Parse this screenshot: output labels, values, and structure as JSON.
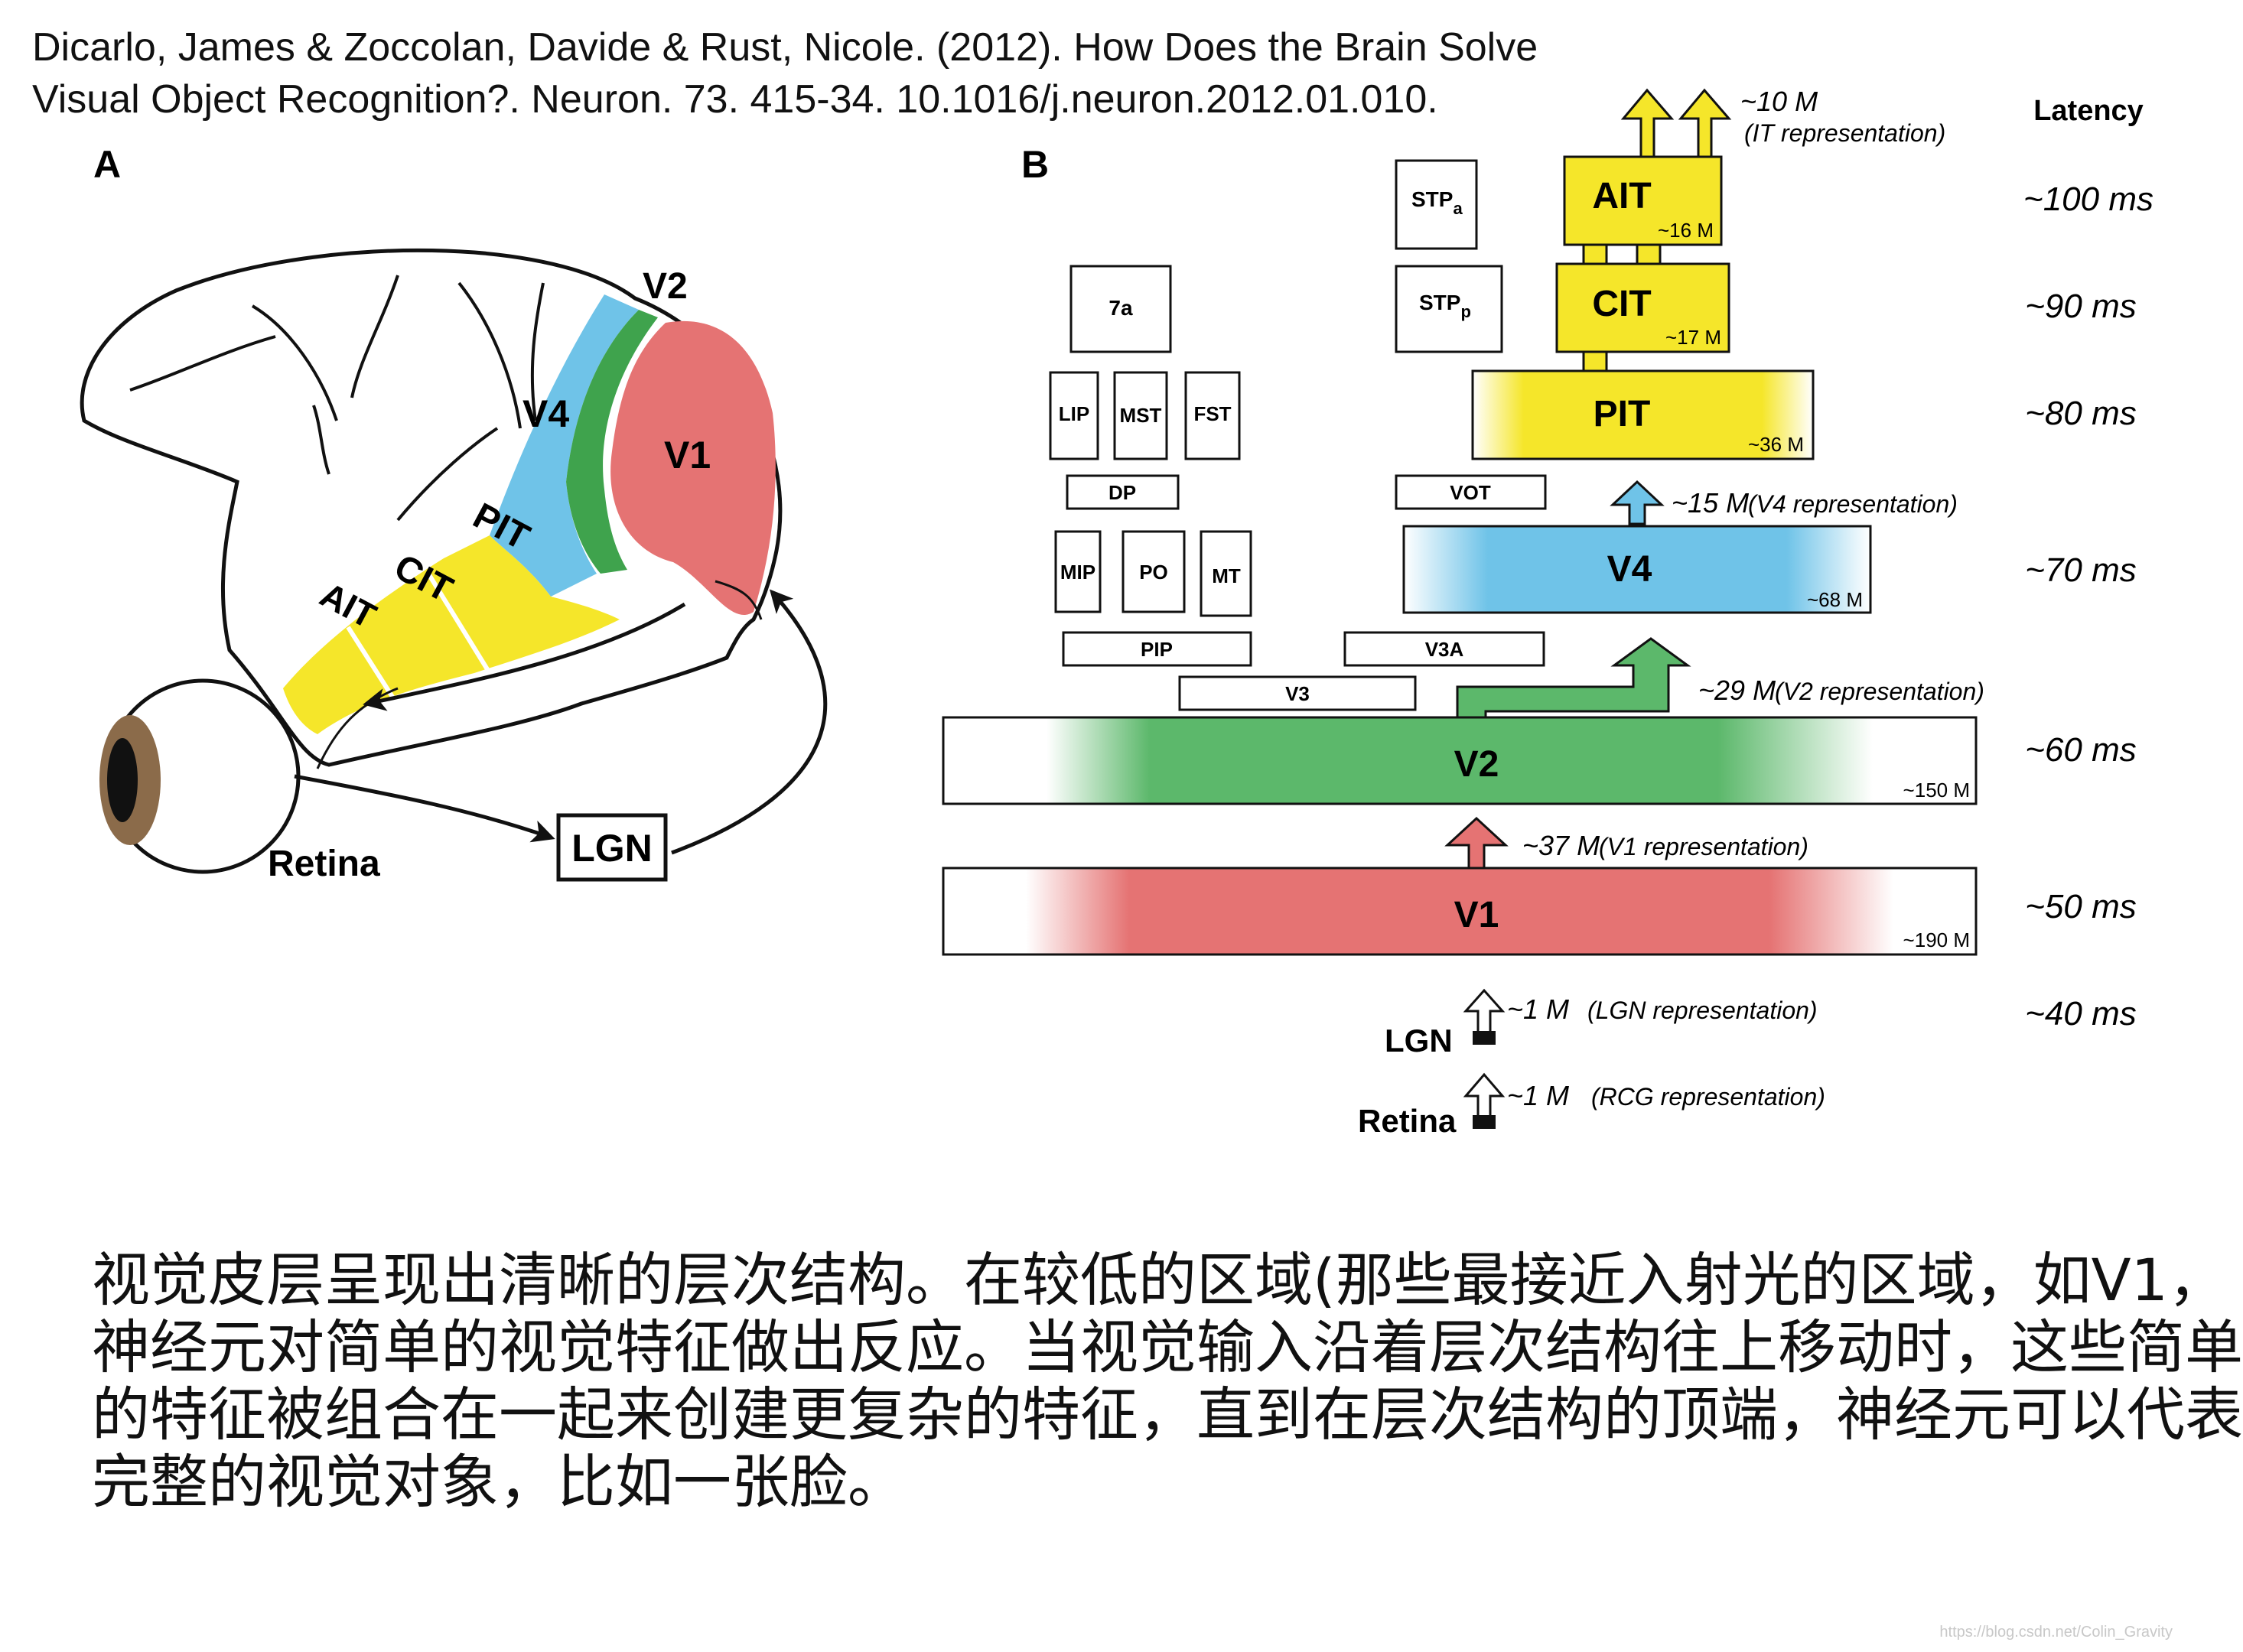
{
  "citation": {
    "line1": "Dicarlo, James & Zoccolan, Davide & Rust, Nicole. (2012). How Does the Brain Solve",
    "line2": "Visual Object Recognition?. Neuron. 73. 415-34. 10.1016/j.neuron.2012.01.010."
  },
  "panel_a": {
    "label": "A",
    "areas": {
      "v2": "V2",
      "v4": "V4",
      "v1": "V1",
      "pit": "PIT",
      "cit": "CIT",
      "ait": "AIT"
    },
    "retina": "Retina",
    "lgn": "LGN",
    "colors": {
      "v1": "#e57373",
      "v2": "#3fa34d",
      "v4": "#6fc3e8",
      "it": "#f5e62a",
      "iris": "#8b6b4a"
    }
  },
  "panel_b": {
    "label": "B",
    "latency_header": "Latency",
    "latencies": {
      "l100": "~100 ms",
      "l90": "~90 ms",
      "l80": "~80 ms",
      "l70": "~70 ms",
      "l60": "~60 ms",
      "l50": "~50 ms",
      "l40": "~40 ms"
    },
    "boxes": {
      "stpa": "STP",
      "stpa_sub": "a",
      "stpp": "STP",
      "stpp_sub": "p",
      "ait": "AIT",
      "ait_n": "~16 M",
      "cit": "CIT",
      "cit_n": "~17 M",
      "pit": "PIT",
      "pit_n": "~36 M",
      "v4": "V4",
      "v4_n": "~68 M",
      "v2": "V2",
      "v2_n": "~150 M",
      "v1": "V1",
      "v1_n": "~190 M",
      "a7a": "7a",
      "lip": "LIP",
      "mst": "MST",
      "fst": "FST",
      "dp": "DP",
      "vot": "VOT",
      "mip": "MIP",
      "po": "PO",
      "mt": "MT",
      "pip": "PIP",
      "v3a": "V3A",
      "v3": "V3"
    },
    "reps": {
      "it_n": "~10 M",
      "it_t": "(IT representation)",
      "v4_n": "~15 M",
      "v4_t": "(V4 representation)",
      "v2_n": "~29 M",
      "v2_t": "(V2 representation)",
      "v1_n": "~37 M",
      "v1_t": "(V1 representation)",
      "lgn_n": "~1 M",
      "lgn_t": "(LGN representation)",
      "rcg_n": "~1 M",
      "rcg_t": "(RCG representation)"
    },
    "lgn": "LGN",
    "retina": "Retina",
    "colors": {
      "yellow": "#f5e62a",
      "blue": "#6fc3e8",
      "green": "#5cb86b",
      "red": "#e57373"
    }
  },
  "caption": {
    "line1": "视觉皮层呈现出清晰的层次结构。在较低的区域(那些最接近入射光的区域，如V1，",
    "line2": "神经元对简单的视觉特征做出反应。当视觉输入沿着层次结构往上移动时，这些简单",
    "line3": "的特征被组合在一起来创建更复杂的特征，直到在层次结构的顶端，神经元可以代表",
    "line4": "完整的视觉对象，比如一张脸。"
  },
  "watermark": "https://blog.csdn.net/Colin_Gravity"
}
